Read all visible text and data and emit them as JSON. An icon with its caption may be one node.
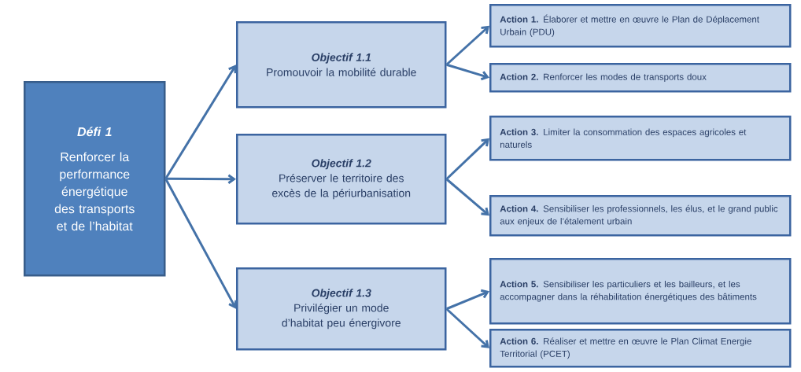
{
  "diagram": {
    "nodes": [
      {
        "text": [
          "Défi 1",
          "Renforcer la performance énergétique des transports et de l’habitat"
        ]
      },
      {
        "text": [
          "Objectif 1.1",
          "Promouvoir la mobilité durable"
        ]
      },
      {
        "text": [
          "Objectif 1.2",
          "Préserver le territoire des excès de la périurbanisation"
        ]
      },
      {
        "text": [
          "Objectif 1.3",
          "Privilégier un mode d’habitat peu énergivore"
        ]
      },
      {
        "text": [
          "**Action 1.** Élaborer et mettre en œuvre le Plan de Déplacement Urbain (PDU)"
        ]
      },
      {
        "text": [
          "**Action 2.** Renforcer les modes de transports doux"
        ]
      },
      {
        "text": [
          "**Action 3.** Limiter la consommation des espaces agricoles et naturels"
        ]
      },
      {
        "text": [
          "**Action 4.** Sensibiliser les professionnels, les élus, et le grand public aux enjeux de l’étalement urbain"
        ]
      },
      {
        "text": [
          "**Action 5.** Sensibiliser les particuliers et les bailleurs, et les accompagner dans la réhabilitation énergétiques des bâtiments"
        ]
      },
      {
        "text": [
          "**Action 6.** Réaliser et mettre en œuvre le Plan Climat Energie Territorial (PCET)"
        ]
      }
    ],
    "edges": [
      {
        "from": 0,
        "to": 1,
        "arrow": "to"
      },
      {
        "from": 0,
        "to": 2,
        "arrow": "to"
      },
      {
        "from": 0,
        "to": 3,
        "arrow": "to"
      },
      {
        "from": 1,
        "to": 4,
        "arrow": "to"
      },
      {
        "from": 1,
        "to": 5,
        "arrow": "to"
      },
      {
        "from": 2,
        "to": 6,
        "arrow": "to"
      },
      {
        "from": 2,
        "to": 7,
        "arrow": "to"
      },
      {
        "from": 3,
        "to": 8,
        "arrow": "to"
      },
      {
        "from": 3,
        "to": 9,
        "arrow": "to"
      }
    ]
  }
}
